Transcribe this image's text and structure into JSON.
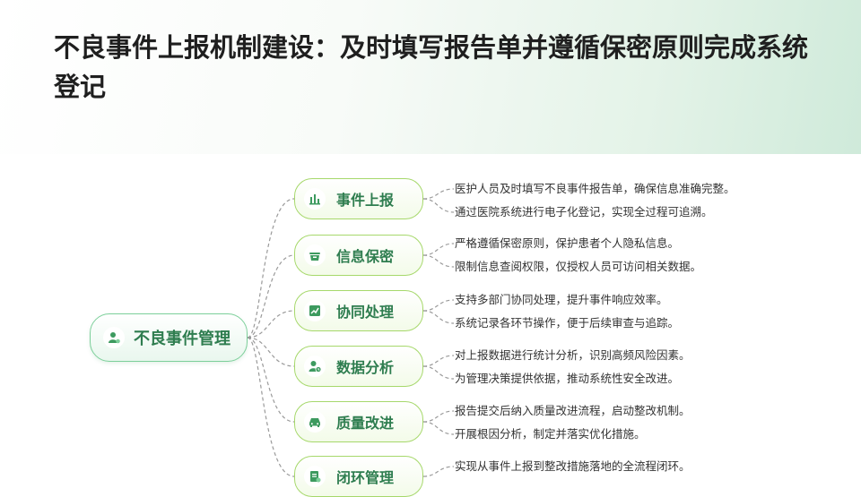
{
  "title": "不良事件上报机制建设：及时填写报告单并遵循保密原则完成系统登记",
  "root": {
    "label": "不良事件管理",
    "icon": "user-icon"
  },
  "branches": [
    {
      "label": "事件上报",
      "icon": "bar-chart-icon",
      "items": [
        "医护人员及时填写不良事件报告单，确保信息准确完整。",
        "通过医院系统进行电子化登记，实现全过程可追溯。"
      ]
    },
    {
      "label": "信息保密",
      "icon": "basket-icon",
      "items": [
        "严格遵循保密原则，保护患者个人隐私信息。",
        "限制信息查阅权限，仅授权人员可访问相关数据。"
      ]
    },
    {
      "label": "协同处理",
      "icon": "trend-chart-icon",
      "items": [
        "支持多部门协同处理，提升事件响应效率。",
        "系统记录各环节操作，便于后续审查与追踪。"
      ]
    },
    {
      "label": "数据分析",
      "icon": "user-clock-icon",
      "items": [
        "对上报数据进行统计分析，识别高频风险因素。",
        "为管理决策提供依据，推动系统性安全改进。"
      ]
    },
    {
      "label": "质量改进",
      "icon": "car-icon",
      "items": [
        "报告提交后纳入质量改进流程，启动整改机制。",
        "开展根因分析，制定并落实优化措施。"
      ]
    },
    {
      "label": "闭环管理",
      "icon": "document-icon",
      "items": [
        "实现从事件上报到整改措施落地的全流程闭环。"
      ]
    }
  ]
}
